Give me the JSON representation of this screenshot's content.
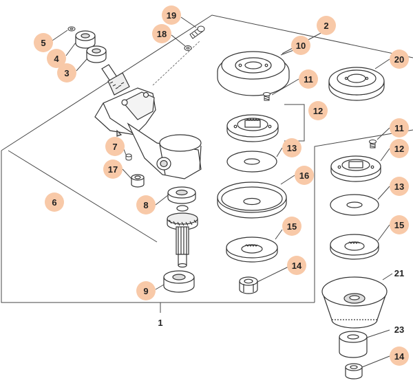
{
  "diagram": {
    "kind": "exploded-parts-view",
    "colors": {
      "callout_fill": "#f8c9a8",
      "line": "#444444",
      "part_stroke": "#333333",
      "part_fill": "#ffffff",
      "part_shade": "#dddddd"
    },
    "callouts": {
      "c1": "1",
      "c2": "2",
      "c3": "3",
      "c4": "4",
      "c5": "5",
      "c6": "6",
      "c7": "7",
      "c8": "8",
      "c9": "9",
      "c10": "10",
      "c11a": "11",
      "c11b": "11",
      "c12a": "12",
      "c12b": "12",
      "c13a": "13",
      "c13b": "13",
      "c14a": "14",
      "c14b": "14",
      "c15a": "15",
      "c15b": "15",
      "c16": "16",
      "c17": "17",
      "c18": "18",
      "c19": "19",
      "c20": "20",
      "c21": "21",
      "c23": "23"
    }
  }
}
